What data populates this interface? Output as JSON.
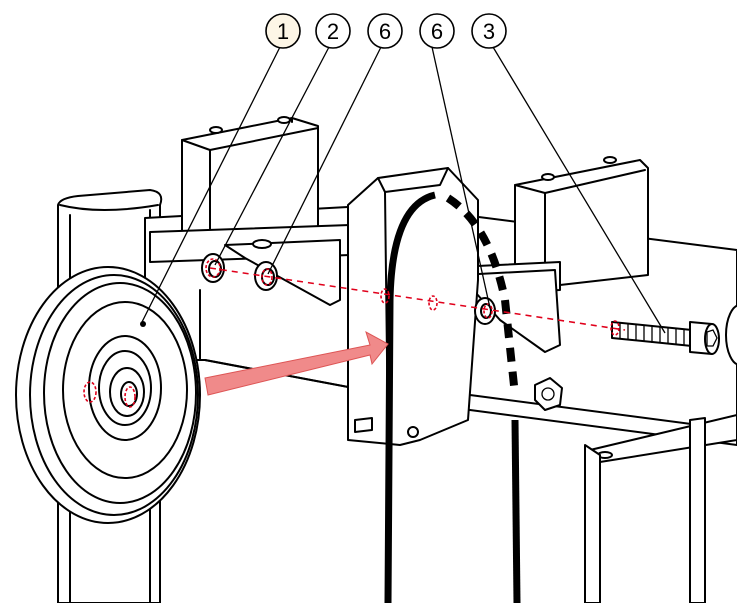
{
  "colors": {
    "background": "#ffffff",
    "outline": "#000000",
    "alignment_line": "#e0001b",
    "arrow": "#f08a8a",
    "highlight_callout": "#fdf6e6"
  },
  "callouts": [
    {
      "label": "1",
      "highlighted": true
    },
    {
      "label": "2",
      "highlighted": false
    },
    {
      "label": "6",
      "highlighted": false
    },
    {
      "label": "6",
      "highlighted": false
    },
    {
      "label": "3",
      "highlighted": false
    }
  ],
  "icons": [
    "pulley-icon",
    "bolt-icon",
    "washer-icon",
    "direction-arrow-icon",
    "cable-icon"
  ]
}
